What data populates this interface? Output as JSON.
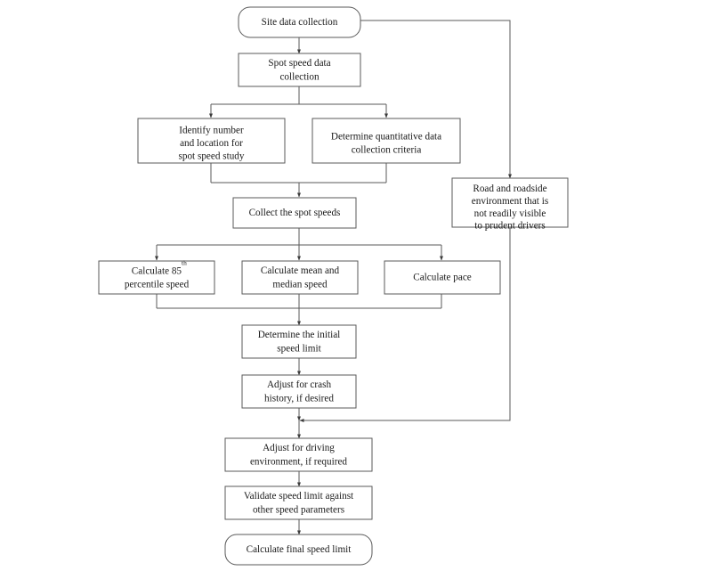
{
  "diagram": {
    "title": "Speed limit setting process flowchart",
    "background_color": "#ffffff",
    "line_color": "#5a5a5a",
    "text_color": "#1a1a1a"
  },
  "nodes": {
    "site_data_collection": {
      "label": "Site data collection",
      "shape": "rounded",
      "lines": [
        "Site data collection"
      ]
    },
    "spot_speed_data_collection": {
      "label": "Spot speed data collection",
      "shape": "rect",
      "lines": [
        "Spot speed data",
        "collection"
      ]
    },
    "identify_number_location": {
      "label": "Identify number and location for spot speed study",
      "shape": "rect",
      "lines": [
        "Identify number",
        "and location for",
        "spot speed study"
      ]
    },
    "determine_quantitative_criteria": {
      "label": "Determine quantitative data collection criteria",
      "shape": "rect",
      "lines": [
        "Determine quantitative data",
        "collection criteria"
      ]
    },
    "road_roadside_environment": {
      "label": "Road and roadside environment that is not readily visible to prudent drivers",
      "shape": "rect",
      "lines": [
        "Road and roadside",
        "environment that is",
        "not readily visible",
        "to prudent drivers"
      ]
    },
    "collect_spot_speeds": {
      "label": "Collect the spot speeds",
      "shape": "rect",
      "lines": [
        "Collect the spot speeds"
      ]
    },
    "calculate_85th_percentile": {
      "label": "Calculate 85th percentile speed",
      "shape": "rect",
      "lines": [
        "Calculate 85",
        "percentile speed"
      ],
      "superscript": "th"
    },
    "calculate_mean_median": {
      "label": "Calculate mean and median speed",
      "shape": "rect",
      "lines": [
        "Calculate mean and",
        "median speed"
      ]
    },
    "calculate_pace": {
      "label": "Calculate pace",
      "shape": "rect",
      "lines": [
        "Calculate pace"
      ]
    },
    "determine_initial_speed_limit": {
      "label": "Determine the initial speed limit",
      "shape": "rect",
      "lines": [
        "Determine the initial",
        "speed limit"
      ]
    },
    "adjust_crash_history": {
      "label": "Adjust for crash history, if desired",
      "shape": "rect",
      "lines": [
        "Adjust for crash",
        "history, if desired"
      ]
    },
    "adjust_driving_environment": {
      "label": "Adjust for driving environment, if required",
      "shape": "rect",
      "lines": [
        "Adjust for driving",
        "environment, if required"
      ]
    },
    "validate_speed_limit": {
      "label": "Validate speed limit against other speed parameters",
      "shape": "rect",
      "lines": [
        "Validate speed limit against",
        "other speed parameters"
      ]
    },
    "calculate_final_speed_limit": {
      "label": "Calculate final speed limit",
      "shape": "rounded",
      "lines": [
        "Calculate final speed limit"
      ]
    }
  }
}
